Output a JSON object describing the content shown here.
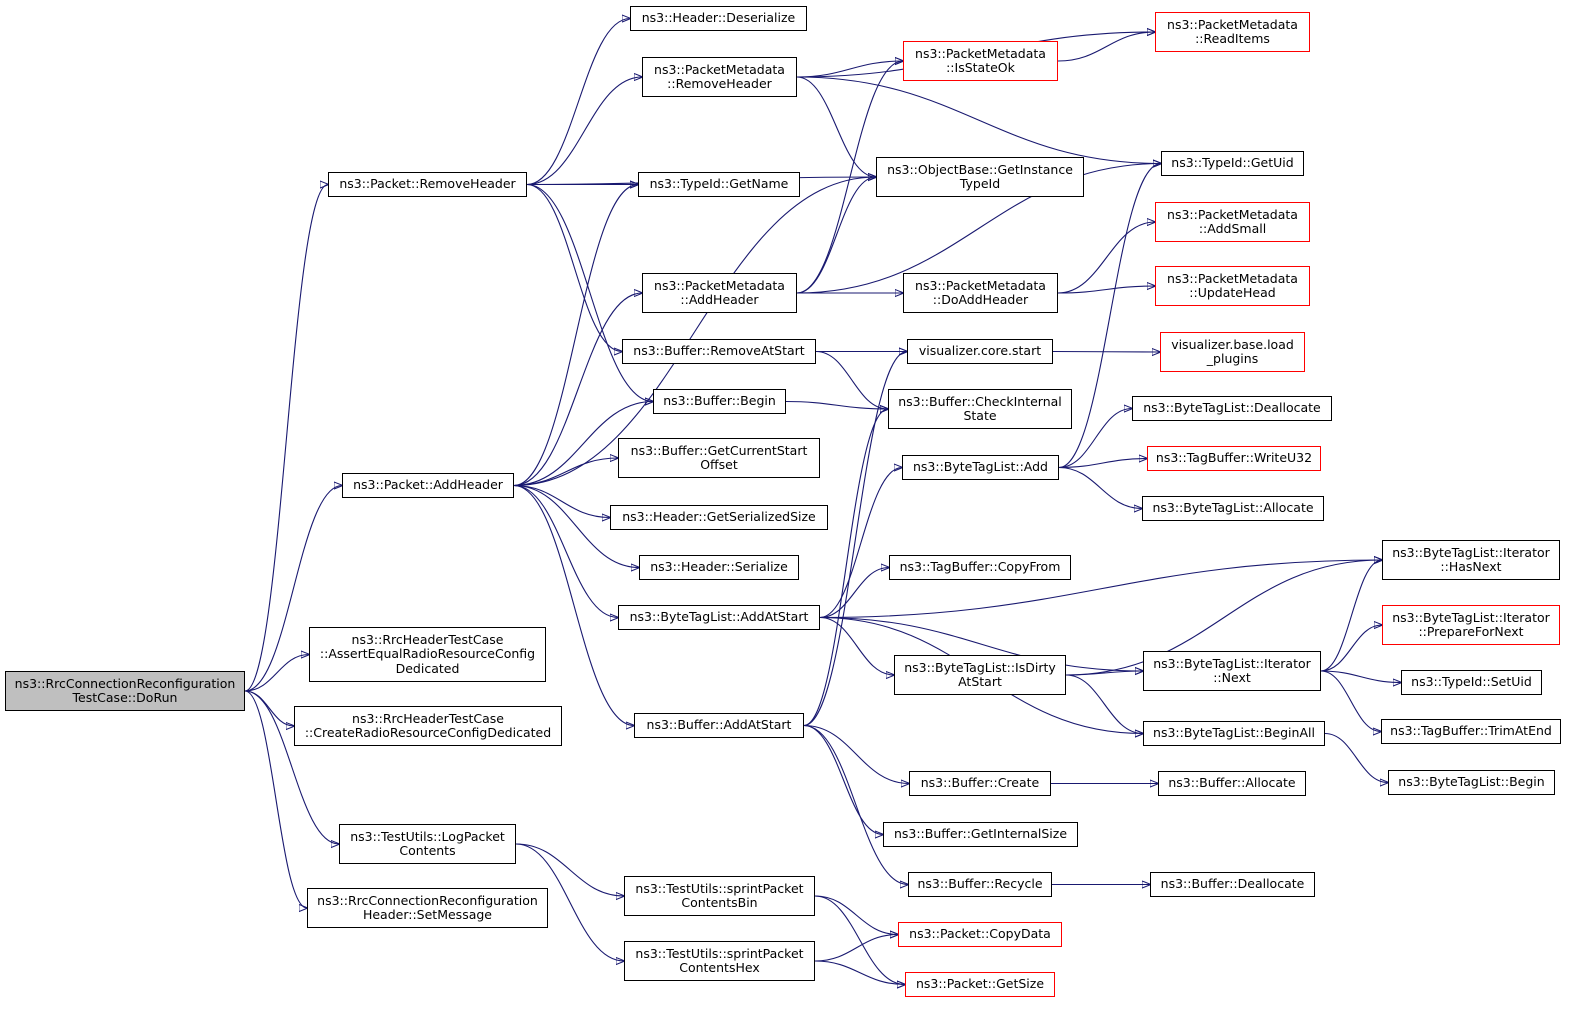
{
  "graph": {
    "root": "n0",
    "colors": {
      "edge": "#191970",
      "node_border": "#000000",
      "external_border": "#ff0000",
      "root_fill": "#bfbfbf"
    },
    "nodes": [
      {
        "id": "n0",
        "label": "ns3::RrcConnectionReconfiguration\nTestCase::DoRun",
        "root": true
      },
      {
        "id": "n1",
        "label": "ns3::Packet::RemoveHeader"
      },
      {
        "id": "n2",
        "label": "ns3::Packet::AddHeader"
      },
      {
        "id": "n3",
        "label": "ns3::RrcHeaderTestCase\n::AssertEqualRadioResourceConfig\nDedicated"
      },
      {
        "id": "n4",
        "label": "ns3::RrcHeaderTestCase\n::CreateRadioResourceConfigDedicated"
      },
      {
        "id": "n5",
        "label": "ns3::TestUtils::LogPacket\nContents"
      },
      {
        "id": "n6",
        "label": "ns3::RrcConnectionReconfiguration\nHeader::SetMessage"
      },
      {
        "id": "n7",
        "label": "ns3::Header::Deserialize"
      },
      {
        "id": "n8",
        "label": "ns3::PacketMetadata\n::RemoveHeader"
      },
      {
        "id": "n9",
        "label": "ns3::TypeId::GetName"
      },
      {
        "id": "n10",
        "label": "ns3::PacketMetadata\n::AddHeader"
      },
      {
        "id": "n11",
        "label": "ns3::Buffer::RemoveAtStart"
      },
      {
        "id": "n12",
        "label": "ns3::Buffer::Begin"
      },
      {
        "id": "n13",
        "label": "ns3::Buffer::GetCurrentStart\nOffset"
      },
      {
        "id": "n14",
        "label": "ns3::Header::GetSerializedSize"
      },
      {
        "id": "n15",
        "label": "ns3::Header::Serialize"
      },
      {
        "id": "n16",
        "label": "ns3::ByteTagList::AddAtStart"
      },
      {
        "id": "n17",
        "label": "ns3::Buffer::AddAtStart"
      },
      {
        "id": "n18",
        "label": "ns3::TestUtils::sprintPacket\nContentsBin"
      },
      {
        "id": "n19",
        "label": "ns3::TestUtils::sprintPacket\nContentsHex"
      },
      {
        "id": "n20",
        "label": "ns3::PacketMetadata\n::IsStateOk",
        "external": true
      },
      {
        "id": "n21",
        "label": "ns3::ObjectBase::GetInstance\nTypeId"
      },
      {
        "id": "n22",
        "label": "ns3::PacketMetadata\n::DoAddHeader"
      },
      {
        "id": "n23",
        "label": "visualizer.core.start"
      },
      {
        "id": "n24",
        "label": "ns3::Buffer::CheckInternal\nState"
      },
      {
        "id": "n25",
        "label": "ns3::ByteTagList::Add"
      },
      {
        "id": "n26",
        "label": "ns3::TagBuffer::CopyFrom"
      },
      {
        "id": "n27",
        "label": "ns3::ByteTagList::IsDirty\nAtStart"
      },
      {
        "id": "n28",
        "label": "ns3::Buffer::Create"
      },
      {
        "id": "n29",
        "label": "ns3::Buffer::GetInternalSize"
      },
      {
        "id": "n30",
        "label": "ns3::Buffer::Recycle"
      },
      {
        "id": "n31",
        "label": "ns3::Packet::CopyData",
        "external": true
      },
      {
        "id": "n32",
        "label": "ns3::Packet::GetSize",
        "external": true
      },
      {
        "id": "n33",
        "label": "ns3::PacketMetadata\n::ReadItems",
        "external": true
      },
      {
        "id": "n34",
        "label": "ns3::TypeId::GetUid"
      },
      {
        "id": "n35",
        "label": "ns3::PacketMetadata\n::AddSmall",
        "external": true
      },
      {
        "id": "n36",
        "label": "ns3::PacketMetadata\n::UpdateHead",
        "external": true
      },
      {
        "id": "n37",
        "label": "visualizer.base.load\n_plugins",
        "external": true
      },
      {
        "id": "n38",
        "label": "ns3::ByteTagList::Deallocate"
      },
      {
        "id": "n39",
        "label": "ns3::TagBuffer::WriteU32",
        "external": true
      },
      {
        "id": "n40",
        "label": "ns3::ByteTagList::Allocate"
      },
      {
        "id": "n41",
        "label": "ns3::ByteTagList::Iterator\n::HasNext"
      },
      {
        "id": "n42",
        "label": "ns3::ByteTagList::Iterator\n::Next"
      },
      {
        "id": "n43",
        "label": "ns3::ByteTagList::Iterator\n::PrepareForNext",
        "external": true
      },
      {
        "id": "n44",
        "label": "ns3::TypeId::SetUid"
      },
      {
        "id": "n45",
        "label": "ns3::TagBuffer::TrimAtEnd"
      },
      {
        "id": "n46",
        "label": "ns3::ByteTagList::BeginAll"
      },
      {
        "id": "n47",
        "label": "ns3::ByteTagList::Begin"
      },
      {
        "id": "n48",
        "label": "ns3::Buffer::Allocate"
      },
      {
        "id": "n49",
        "label": "ns3::Buffer::Deallocate"
      }
    ],
    "edges": [
      {
        "from": "n0",
        "to": "n1"
      },
      {
        "from": "n0",
        "to": "n2"
      },
      {
        "from": "n0",
        "to": "n3"
      },
      {
        "from": "n0",
        "to": "n4"
      },
      {
        "from": "n0",
        "to": "n5"
      },
      {
        "from": "n0",
        "to": "n6"
      },
      {
        "from": "n1",
        "to": "n7"
      },
      {
        "from": "n1",
        "to": "n8"
      },
      {
        "from": "n1",
        "to": "n9"
      },
      {
        "from": "n1",
        "to": "n21"
      },
      {
        "from": "n1",
        "to": "n11"
      },
      {
        "from": "n1",
        "to": "n12"
      },
      {
        "from": "n2",
        "to": "n9"
      },
      {
        "from": "n2",
        "to": "n21"
      },
      {
        "from": "n2",
        "to": "n10"
      },
      {
        "from": "n2",
        "to": "n12"
      },
      {
        "from": "n2",
        "to": "n13"
      },
      {
        "from": "n2",
        "to": "n14"
      },
      {
        "from": "n2",
        "to": "n15"
      },
      {
        "from": "n2",
        "to": "n16"
      },
      {
        "from": "n2",
        "to": "n17"
      },
      {
        "from": "n5",
        "to": "n18"
      },
      {
        "from": "n5",
        "to": "n19"
      },
      {
        "from": "n8",
        "to": "n33"
      },
      {
        "from": "n8",
        "to": "n20"
      },
      {
        "from": "n8",
        "to": "n21"
      },
      {
        "from": "n8",
        "to": "n34"
      },
      {
        "from": "n10",
        "to": "n20"
      },
      {
        "from": "n10",
        "to": "n21"
      },
      {
        "from": "n10",
        "to": "n34"
      },
      {
        "from": "n10",
        "to": "n22"
      },
      {
        "from": "n11",
        "to": "n23"
      },
      {
        "from": "n11",
        "to": "n24"
      },
      {
        "from": "n12",
        "to": "n24"
      },
      {
        "from": "n16",
        "to": "n41"
      },
      {
        "from": "n16",
        "to": "n26"
      },
      {
        "from": "n16",
        "to": "n42"
      },
      {
        "from": "n16",
        "to": "n27"
      },
      {
        "from": "n16",
        "to": "n46"
      },
      {
        "from": "n16",
        "to": "n25"
      },
      {
        "from": "n17",
        "to": "n23"
      },
      {
        "from": "n17",
        "to": "n24"
      },
      {
        "from": "n17",
        "to": "n28"
      },
      {
        "from": "n17",
        "to": "n29"
      },
      {
        "from": "n17",
        "to": "n30"
      },
      {
        "from": "n18",
        "to": "n31"
      },
      {
        "from": "n18",
        "to": "n32"
      },
      {
        "from": "n19",
        "to": "n31"
      },
      {
        "from": "n19",
        "to": "n32"
      },
      {
        "from": "n20",
        "to": "n33"
      },
      {
        "from": "n22",
        "to": "n35"
      },
      {
        "from": "n22",
        "to": "n36"
      },
      {
        "from": "n23",
        "to": "n37"
      },
      {
        "from": "n25",
        "to": "n34"
      },
      {
        "from": "n25",
        "to": "n38"
      },
      {
        "from": "n25",
        "to": "n39"
      },
      {
        "from": "n25",
        "to": "n40"
      },
      {
        "from": "n27",
        "to": "n41"
      },
      {
        "from": "n27",
        "to": "n42"
      },
      {
        "from": "n27",
        "to": "n46"
      },
      {
        "from": "n42",
        "to": "n41"
      },
      {
        "from": "n42",
        "to": "n43"
      },
      {
        "from": "n42",
        "to": "n44"
      },
      {
        "from": "n42",
        "to": "n45"
      },
      {
        "from": "n46",
        "to": "n47"
      },
      {
        "from": "n28",
        "to": "n48"
      },
      {
        "from": "n30",
        "to": "n49"
      }
    ]
  }
}
